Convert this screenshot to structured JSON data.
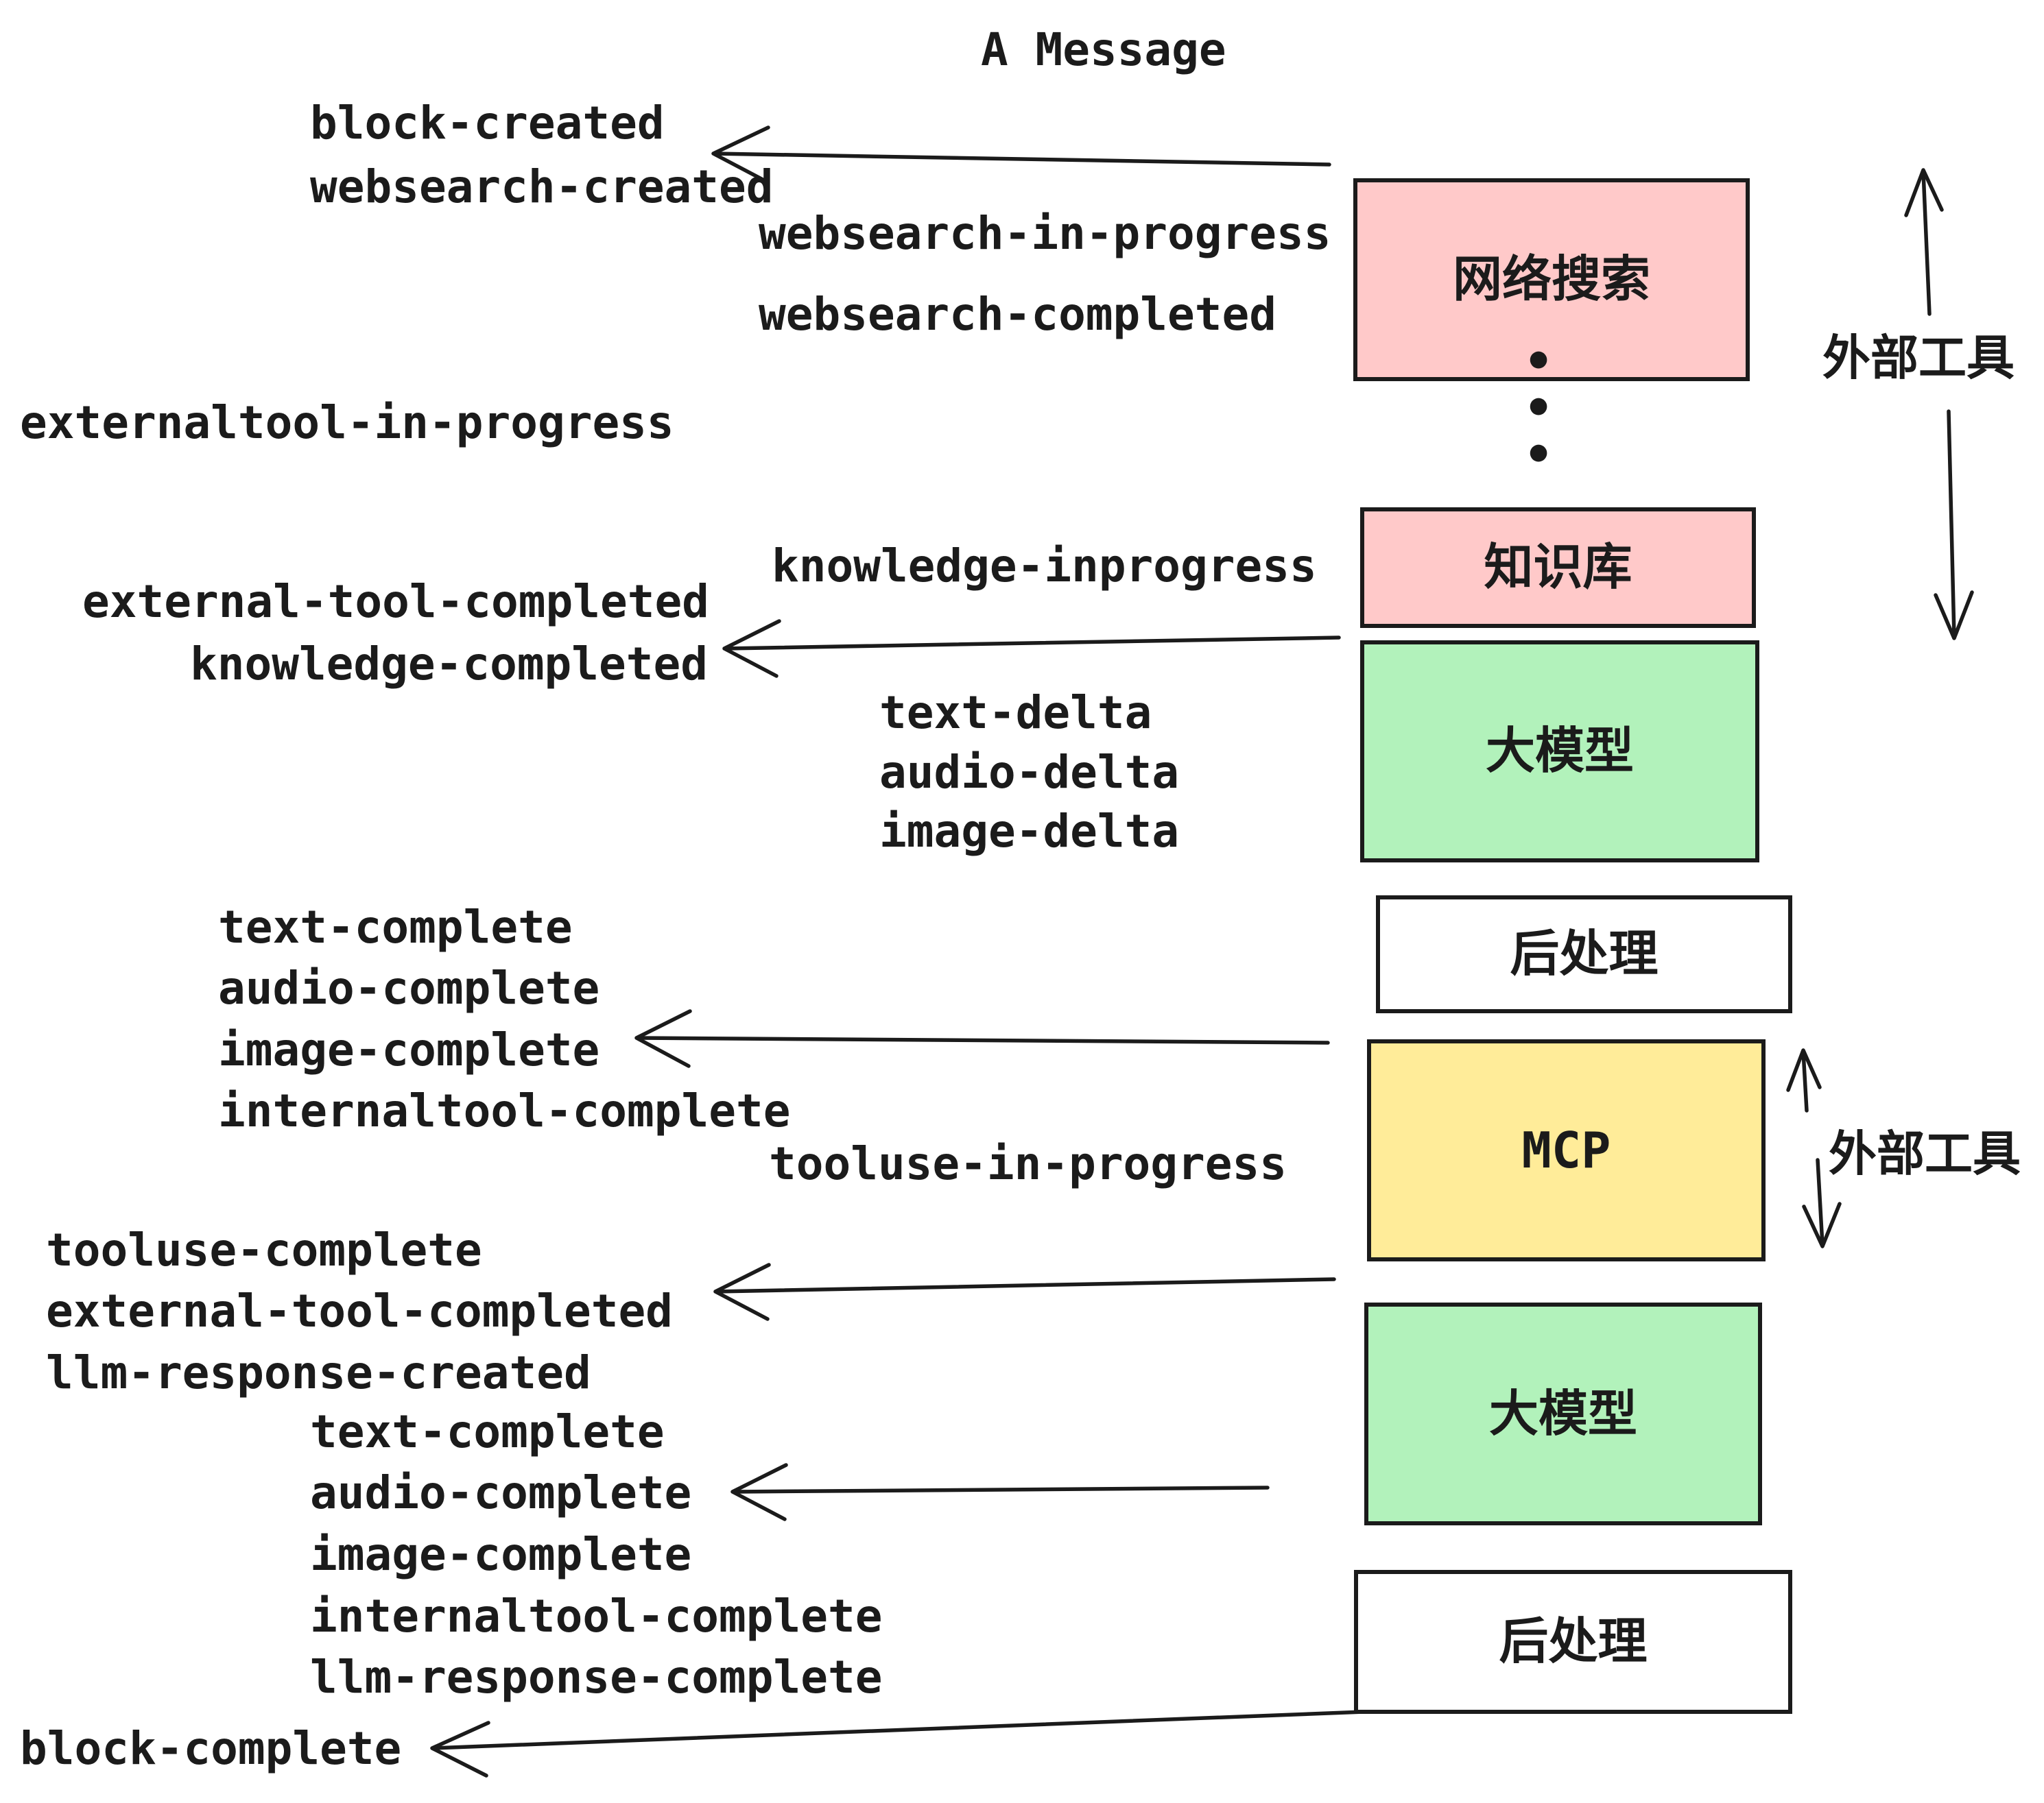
{
  "title": "A Message",
  "boxes": {
    "websearch": "网络搜索",
    "knowledge": "知识库",
    "llm_top": "大模型",
    "post_top": "后处理",
    "mcp": "MCP",
    "llm_bottom": "大模型",
    "post_bottom": "后处理"
  },
  "side_labels": {
    "external_tools_top": "外部工具",
    "external_tools_bottom": "外部工具"
  },
  "events": [
    "block-created",
    "websearch-created",
    "websearch-in-progress",
    "websearch-completed",
    "externaltool-in-progress",
    "knowledge-inprogress",
    "external-tool-completed",
    "knowledge-completed",
    "text-delta",
    "audio-delta",
    "image-delta",
    "text-complete",
    "audio-complete",
    "image-complete",
    "internaltool-complete",
    "tooluse-in-progress",
    "tooluse-complete",
    "external-tool-completed",
    "llm-response-created",
    "text-complete",
    "audio-complete",
    "image-complete",
    "internaltool-complete",
    "llm-response-complete",
    "block-complete"
  ],
  "icons": {
    "dot": "•"
  },
  "colors": {
    "box_pink": "#FFC9C9",
    "box_green": "#B2F2BB",
    "box_yellow": "#FFEC99",
    "box_white": "#FFFFFF",
    "stroke": "#1B1B1B",
    "background": "#FFFFFF"
  }
}
